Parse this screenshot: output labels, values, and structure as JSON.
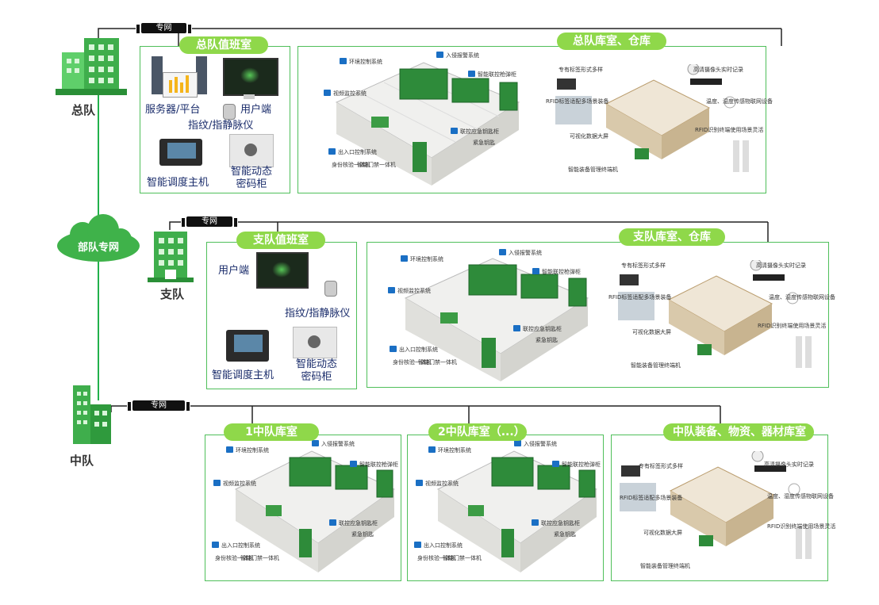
{
  "colors": {
    "green_line": "#22b14c",
    "panel_border": "#4fbf5a",
    "tag_bg": "#8fd84a",
    "cabinet": "#2e8b3a"
  },
  "net_label": "专网",
  "levels": {
    "zongdui": "总队",
    "zhidui": "支队",
    "zhongdui": "中队"
  },
  "cloud_label": "部队专网",
  "zongdui": {
    "duty_title": "总队值班室",
    "server": "服务器/平台",
    "user": "用户端",
    "finger": "指纹/指静脉仪",
    "dispatch": "智能调度主机",
    "safe": "智能动态\n密码柜",
    "store_title": "总队库室、仓库"
  },
  "zhidui": {
    "duty_title": "支队值班室",
    "user": "用户端",
    "finger": "指纹/指静脉仪",
    "dispatch": "智能调度主机",
    "safe": "智能动态\n密码柜",
    "store_title": "支队库室、仓库"
  },
  "zhongdui": {
    "room1_title": "1中队库室",
    "room2_title": "2中队库室（...）",
    "store_title": "中队装备、物资、器材库室"
  },
  "room_labels": {
    "env": "环境控制系统",
    "intrude": "入侵报警系统",
    "gun": "智能联控枪弹柜",
    "video": "视频监控系统",
    "key": "联控应急钥匙柜",
    "key_sub": "紧急钥匙",
    "gate": "出入口控制系统",
    "gate_sub1": "身份核验一体机",
    "gate_sub2": "智能门禁一体机"
  },
  "store_labels": {
    "tag": "专有标签形式多样",
    "camera": "高清摄像头实时记录",
    "rfid": "RFID标签适配多场景装备",
    "sensor": "温度、湿度传感物联网设备",
    "bigscreen": "可视化数据大屏",
    "gate": "RFID识别终端使用场景灵活",
    "terminal": "智能装备管理终端机"
  }
}
